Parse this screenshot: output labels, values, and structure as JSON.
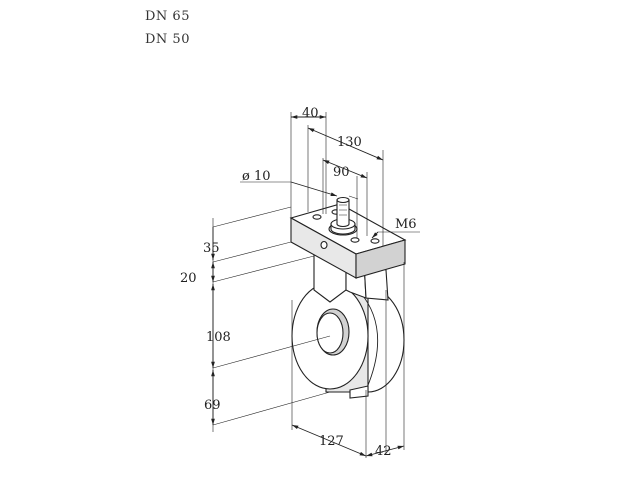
{
  "header": {
    "line1": "DN 65",
    "line2": "DN 50"
  },
  "dimensions": {
    "d40": "40",
    "d130": "130",
    "d90": "90",
    "dia10": "ø 10",
    "m6": "M6",
    "d35": "35",
    "d20": "20",
    "d108": "108",
    "d69": "69",
    "d127": "127",
    "d42": "42"
  }
}
